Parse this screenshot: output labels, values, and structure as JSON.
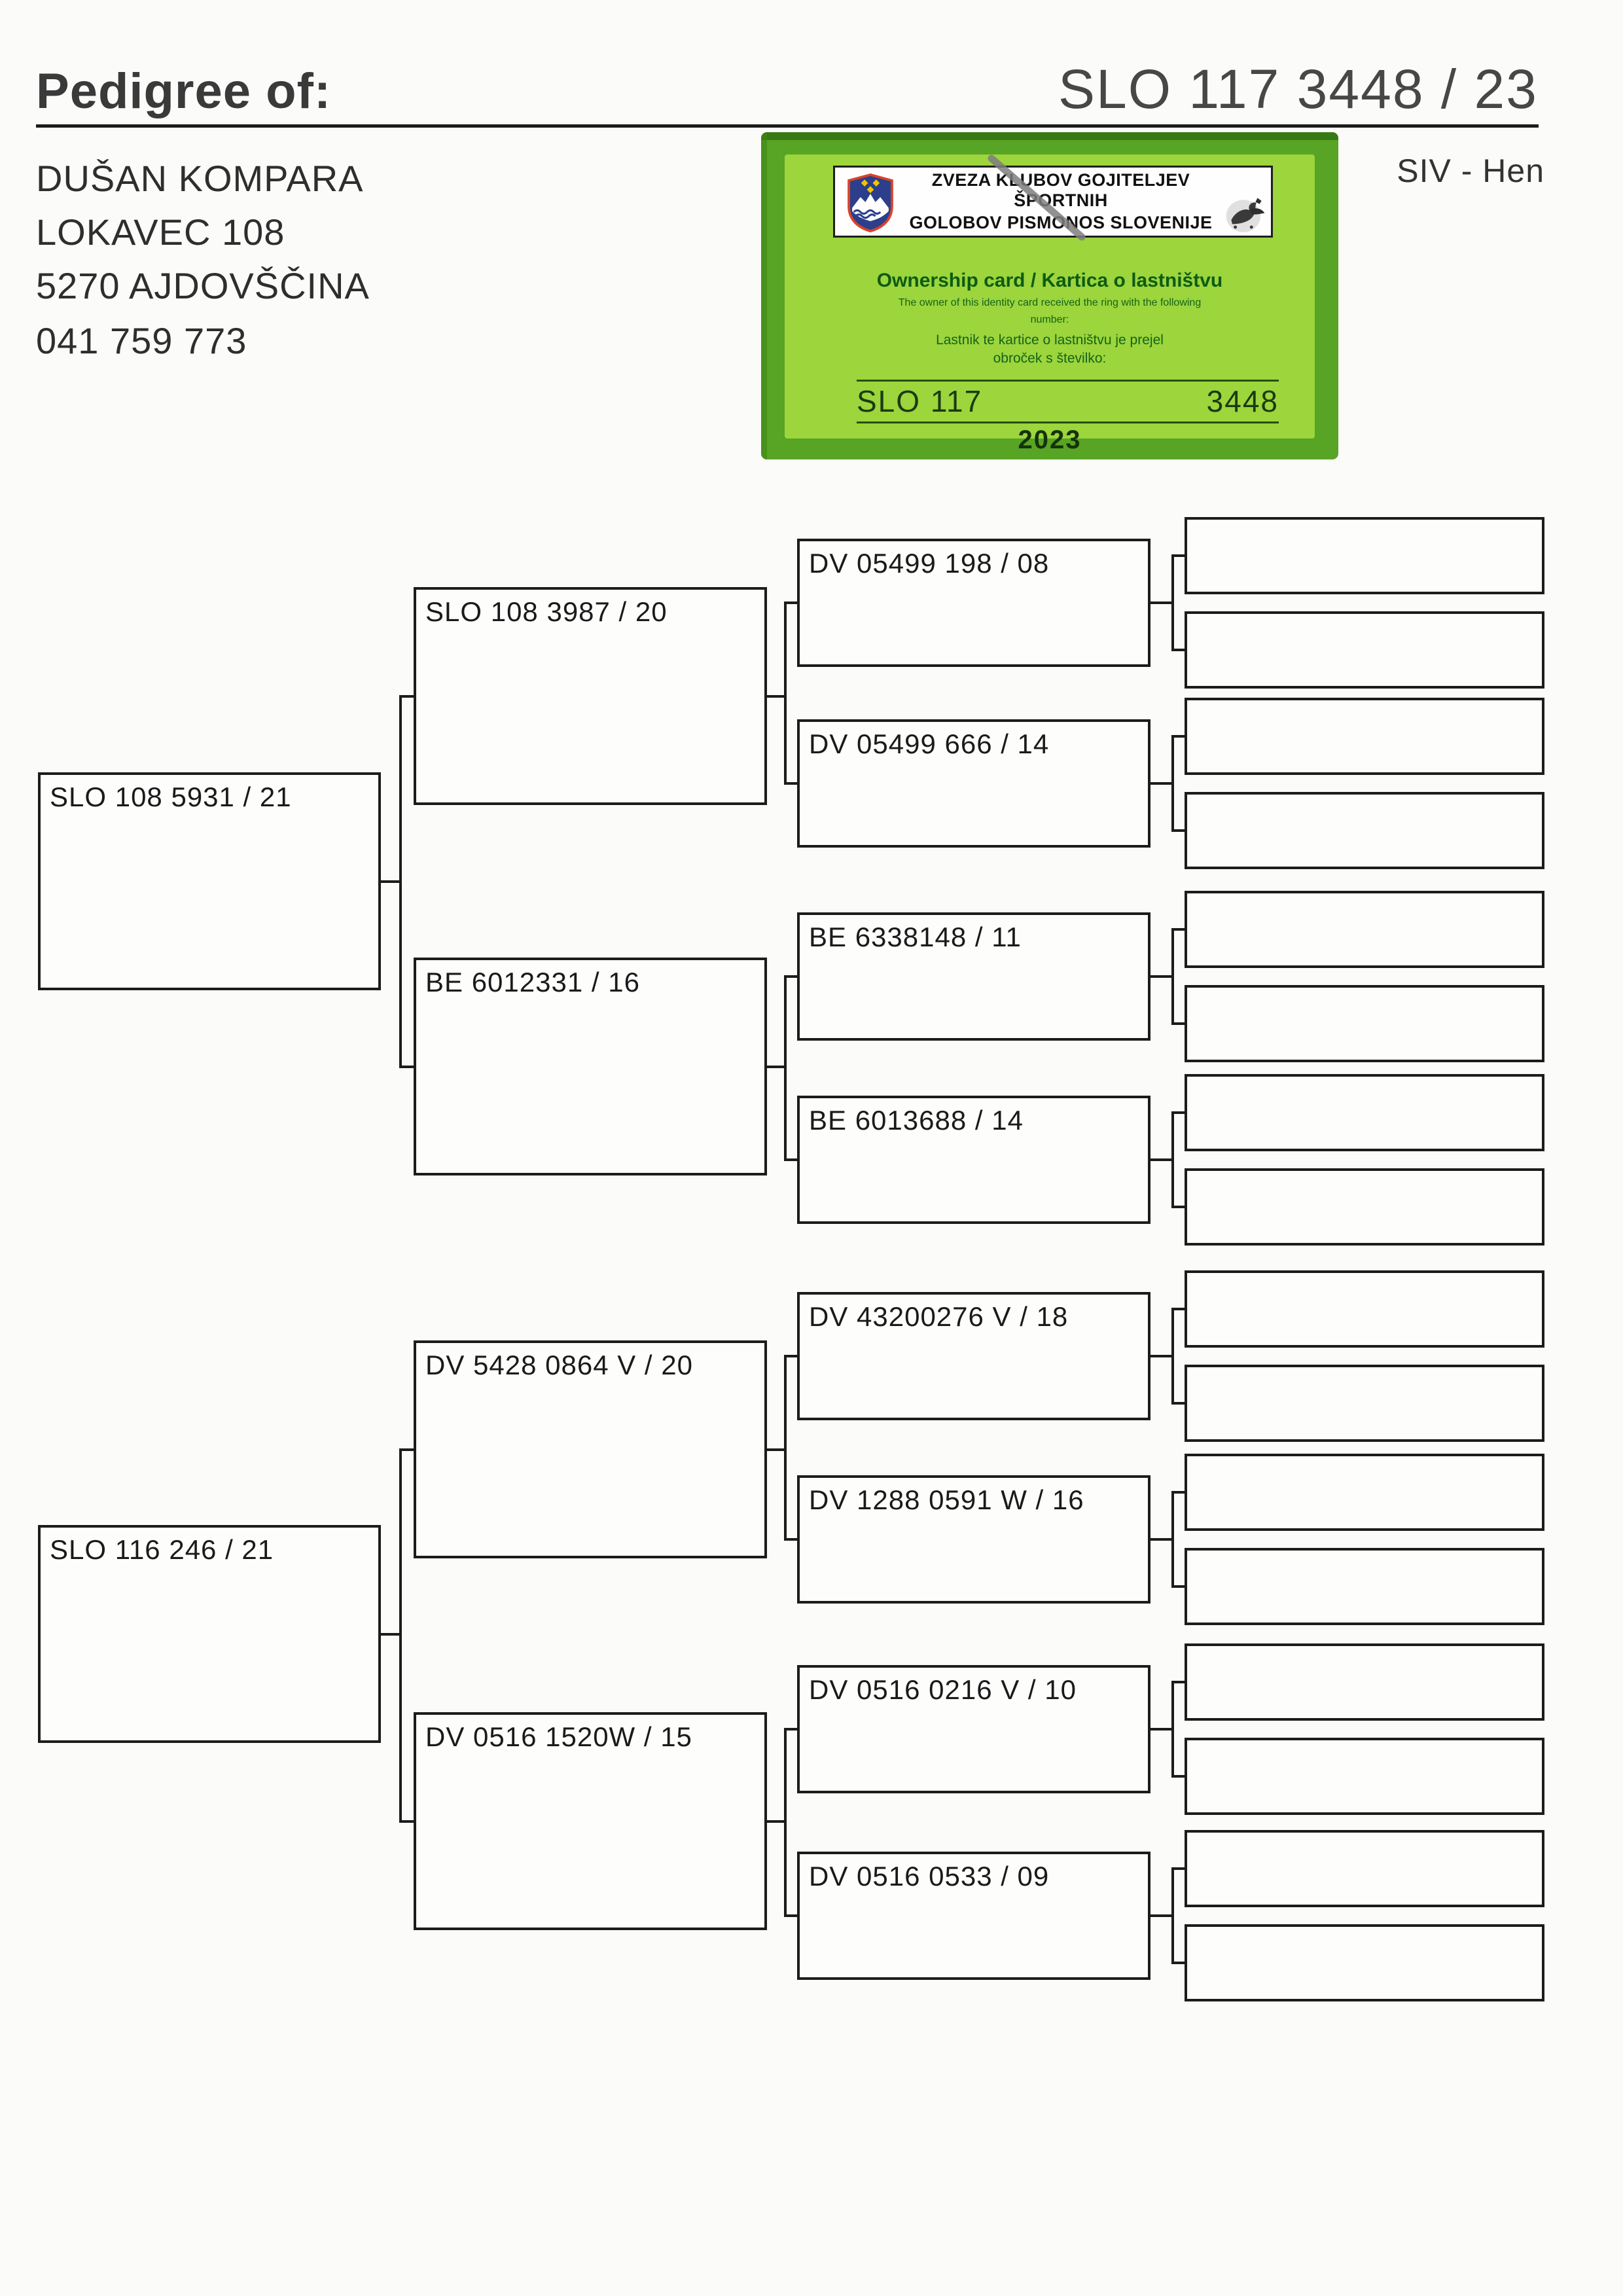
{
  "header": {
    "title": "Pedigree of:",
    "ring_number": "SLO 117 3448 / 23",
    "sex_label": "SIV - Hen"
  },
  "owner": {
    "name": "DUŠAN KOMPARA",
    "street": "LOKAVEC 108",
    "city": "5270 AJDOVŠČINA",
    "phone": "041 759 773"
  },
  "ownership_card": {
    "federation_line1": "ZVEZA KLUBOV GOJITELJEV ŠPORTNIH",
    "federation_line2": "GOLOBOV PISMONOS SLOVENIJE",
    "title": "Ownership card / Kartica o lastništvu",
    "subtitle_en1": "The owner of this identity card received the ring with the following",
    "subtitle_en2": "number:",
    "subtitle_sl1": "Lastnik te kartice o lastništvu je prejel",
    "subtitle_sl2": "obroček s številko:",
    "ring_prefix": "SLO 117",
    "ring_serial": "3448",
    "year": "2023",
    "colors": {
      "outer_green": "#58a424",
      "inner_green": "#9cd53c",
      "text_green": "#0d5c14"
    },
    "icons": [
      "slovenia-coat-of-arms",
      "pigeon-club-emblem"
    ]
  },
  "pedigree": {
    "gen1": [
      "SLO 108 5931 / 21",
      "SLO 116 246 / 21"
    ],
    "gen2": [
      "SLO 108 3987 / 20",
      "BE 6012331 / 16",
      "DV 5428 0864 V / 20",
      "DV 0516 1520W / 15"
    ],
    "gen3": [
      "DV 05499 198 / 08",
      "DV 05499 666 / 14",
      "BE 6338148 / 11",
      "BE 6013688 / 14",
      "DV 43200276 V / 18",
      "DV 1288 0591 W / 16",
      "DV 0516 0216 V / 10",
      "DV 0516 0533 / 09"
    ],
    "gen4": [
      "",
      "",
      "",
      "",
      "",
      "",
      "",
      "",
      "",
      "",
      "",
      "",
      "",
      "",
      "",
      ""
    ]
  }
}
